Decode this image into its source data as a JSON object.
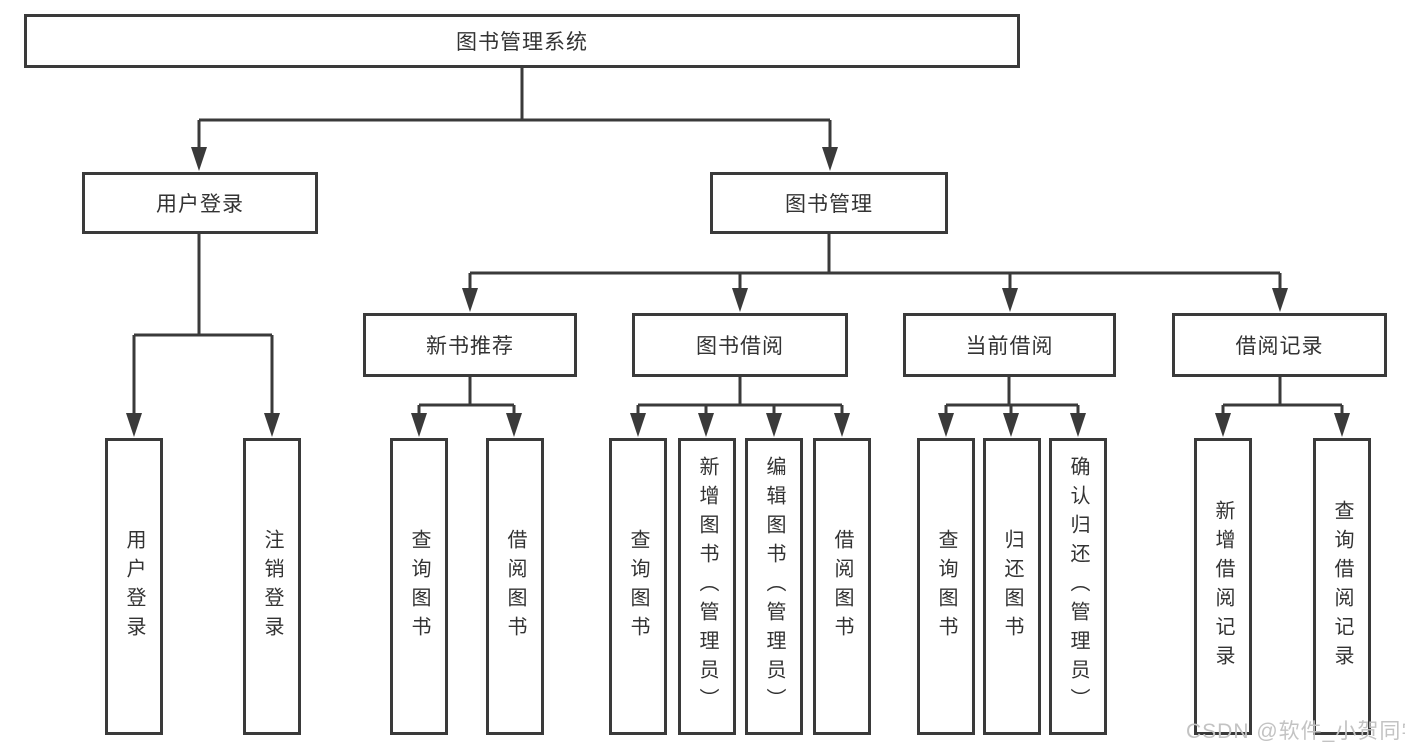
{
  "colors": {
    "line": "#3a3a3a",
    "text": "#333333",
    "background": "#ffffff",
    "watermark": "#c3c3c3"
  },
  "root": {
    "label": "图书管理系统"
  },
  "branches": {
    "user_login": {
      "label": "用户登录",
      "children": [
        {
          "label": "用户登录"
        },
        {
          "label": "注销登录"
        }
      ]
    },
    "book_management": {
      "label": "图书管理",
      "sections": [
        {
          "label": "新书推荐",
          "children": [
            {
              "label": "查询图书"
            },
            {
              "label": "借阅图书"
            }
          ]
        },
        {
          "label": "图书借阅",
          "children": [
            {
              "label": "查询图书"
            },
            {
              "label": "新增图书（管理员）"
            },
            {
              "label": "编辑图书（管理员）"
            },
            {
              "label": "借阅图书"
            }
          ]
        },
        {
          "label": "当前借阅",
          "children": [
            {
              "label": "查询图书"
            },
            {
              "label": "归还图书"
            },
            {
              "label": "确认归还（管理员）"
            }
          ]
        },
        {
          "label": "借阅记录",
          "children": [
            {
              "label": "新增借阅记录"
            },
            {
              "label": "查询借阅记录"
            }
          ]
        }
      ]
    }
  },
  "watermark": "CSDN @软件_小贺同学"
}
